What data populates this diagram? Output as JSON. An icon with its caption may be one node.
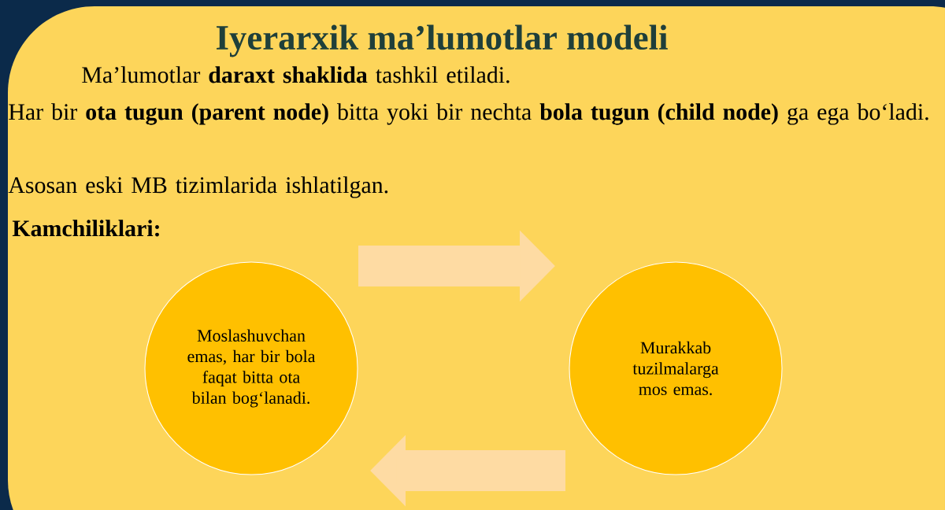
{
  "diagram": {
    "title": "Iyerarxik ma’lumotlar modeli",
    "nodes": [
      {
        "text": [
          "Moslashuvchan emas, har bir bola faqat bitta ota bilan bog‘lanadi."
        ]
      },
      {
        "text": [
          "Murakkab tuzilmalarga mos emas."
        ]
      }
    ],
    "edges": [
      {
        "from": 0,
        "to": 1,
        "arrow": "to"
      },
      {
        "from": 1,
        "to": 0,
        "arrow": "to"
      }
    ],
    "labels": [
      "Ma’lumotlar **daraxt shaklida** tashkil etiladi.",
      "Har bir **ota tugun (parent node)** bitta yoki bir nechta **bola tugun (child node)** ga ega bo‘ladi.",
      "Asosan eski MB tizimlarida ishlatilgan.",
      "Kamchiliklari:"
    ]
  }
}
